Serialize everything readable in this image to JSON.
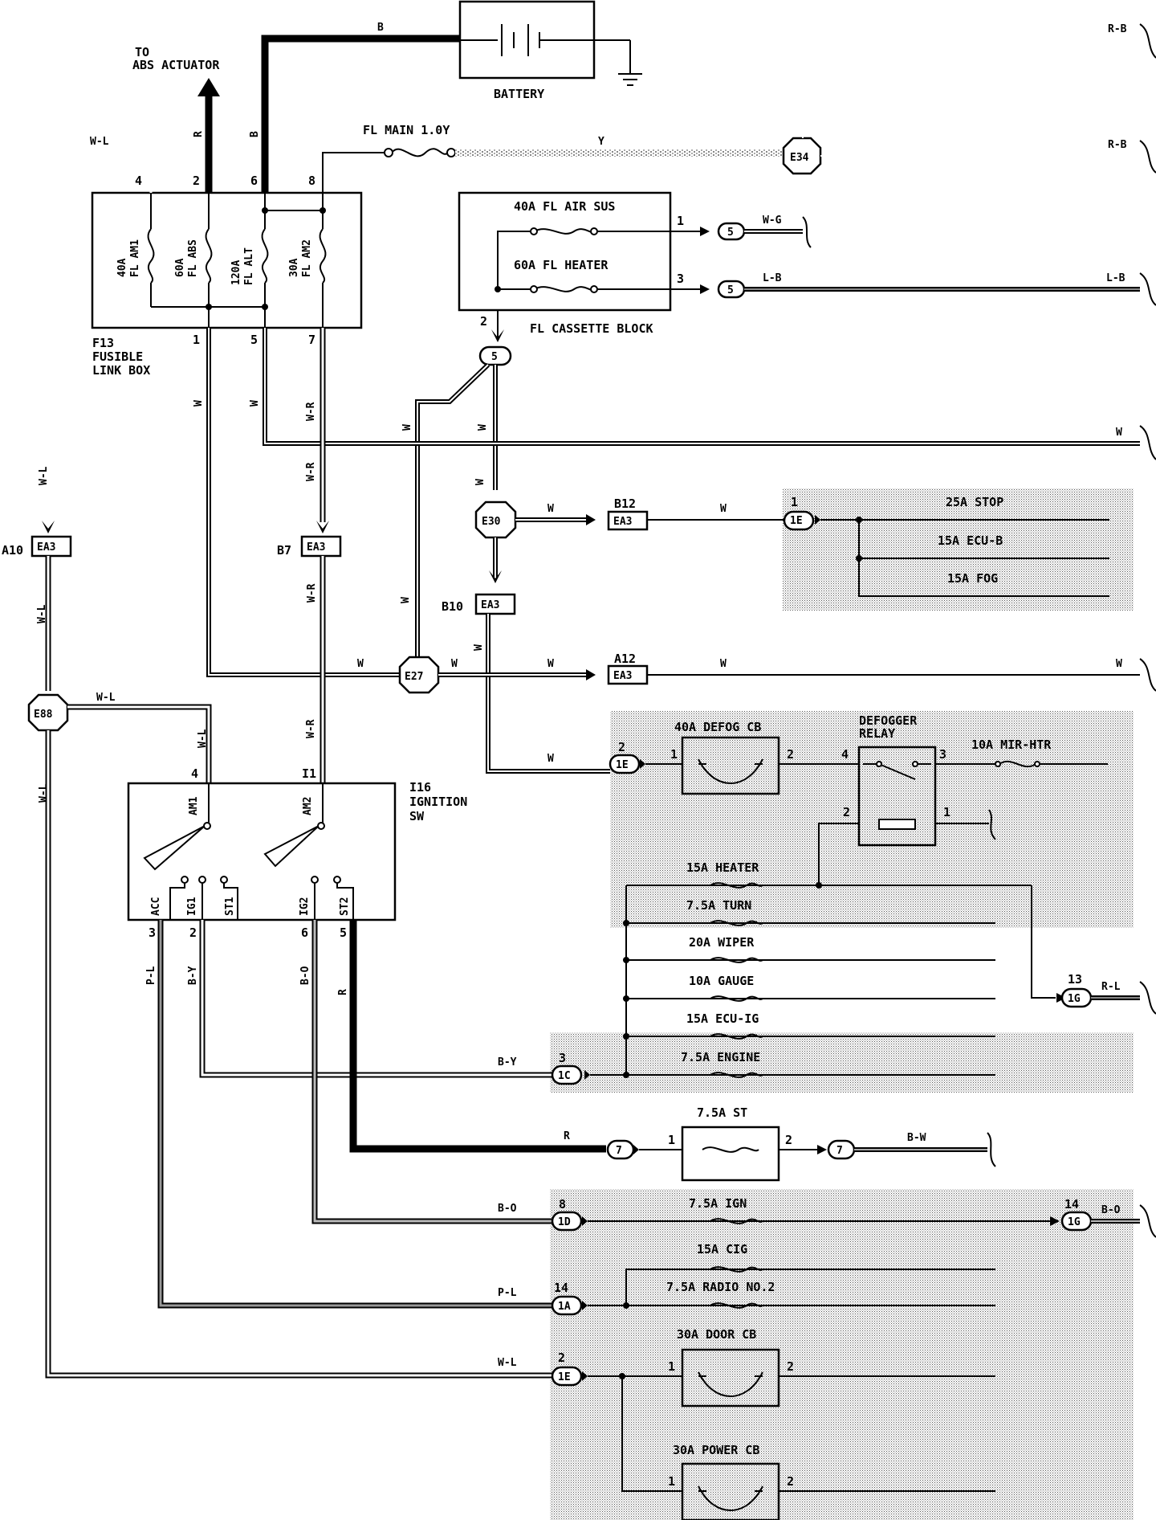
{
  "labels": {
    "to_abs": "TO",
    "to_abs2": "ABS ACTUATOR",
    "battery": "BATTERY",
    "fl_main": "FL MAIN 1.0Y",
    "fusible_link_box_1": "F13",
    "fusible_link_box_2": "FUSIBLE",
    "fusible_link_box_3": "LINK BOX",
    "fl_cassette": "FL CASSETTE BLOCK",
    "ignition_1": "I16",
    "ignition_2": "IGNITION",
    "ignition_3": "SW",
    "defogger_relay_1": "DEFOGGER",
    "defogger_relay_2": "RELAY"
  },
  "fusible_links": [
    {
      "rating": "40A",
      "name": "FL AM1"
    },
    {
      "rating": "60A",
      "name": "FL ABS"
    },
    {
      "rating": "120A",
      "name": "FL ALT"
    },
    {
      "rating": "30A",
      "name": "FL AM2"
    }
  ],
  "cassette": [
    {
      "label": "40A FL AIR SUS"
    },
    {
      "label": "60A FL HEATER"
    }
  ],
  "fuses": {
    "stop": "25A STOP",
    "ecu_b": "15A ECU-B",
    "fog": "15A FOG",
    "defog_cb": "40A DEFOG CB",
    "mir_htr": "10A MIR-HTR",
    "heater": "15A HEATER",
    "turn": "7.5A TURN",
    "wiper": "20A WIPER",
    "gauge": "10A GAUGE",
    "ecu_ig": "15A ECU-IG",
    "engine": "7.5A ENGINE",
    "st": "7.5A ST",
    "ign": "7.5A IGN",
    "cig": "15A CIG",
    "radio": "7.5A RADIO NO.2",
    "door_cb": "30A DOOR CB",
    "power_cb": "30A POWER CB"
  },
  "switch_terms": {
    "am1": "AM1",
    "am2": "AM2",
    "acc": "ACC",
    "ig1": "IG1",
    "st1": "ST1",
    "ig2": "IG2",
    "st2": "ST2"
  },
  "connectors": {
    "e34": "E34",
    "e30": "E30",
    "e27": "E27",
    "e88": "E88",
    "ea3": "EA3",
    "c5": "5",
    "c7": "7",
    "c1e": "1E",
    "c1g": "1G",
    "c1c": "1C",
    "c1d": "1D",
    "c1a": "1A",
    "a10": "A10",
    "b7": "B7",
    "b12": "B12",
    "b10": "B10",
    "a12": "A12"
  },
  "wire_colors": {
    "b": "B",
    "r": "R",
    "y": "Y",
    "wl": "W-L",
    "w": "W",
    "wr": "W-R",
    "rb": "R-B",
    "wg": "W-G",
    "lb": "L-B",
    "rl": "R-L",
    "by": "B-Y",
    "bo": "B-O",
    "pl": "P-L",
    "bw": "B-W"
  },
  "pins": {
    "p1": "1",
    "p2": "2",
    "p3": "3",
    "p4": "4",
    "p5": "5",
    "p6": "6",
    "p7": "7",
    "p8": "8",
    "p13": "13",
    "p14": "14",
    "i1": "I1"
  }
}
